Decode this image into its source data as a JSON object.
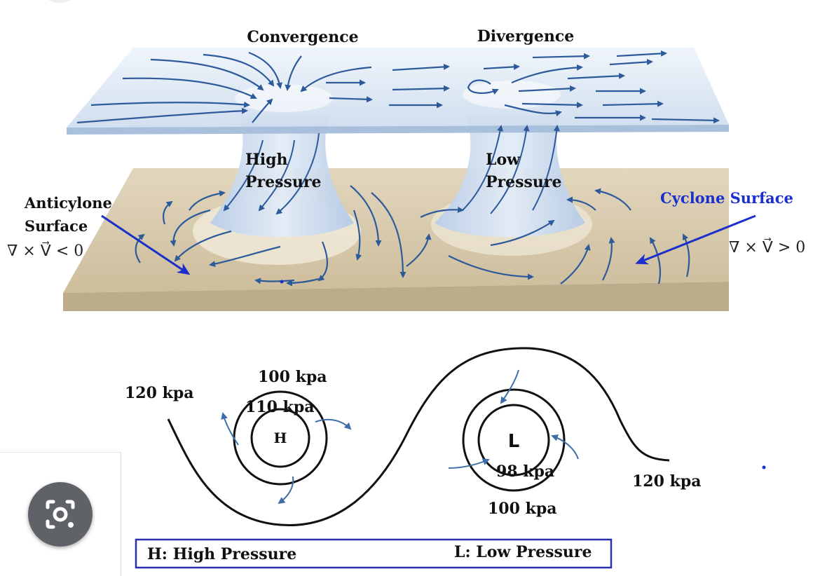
{
  "labels": {
    "convergence": "Convergence",
    "divergence": "Divergence",
    "high_pressure_line1": "High",
    "high_pressure_line2": "Pressure",
    "low_pressure_line1": "Low",
    "low_pressure_line2": "Pressure",
    "anticyclone_line1": "Anticylone",
    "anticyclone_line2": "Surface",
    "curl_negative": "∇ × V⃗ < 0",
    "cyclone_surface": "Cyclone Surface",
    "curl_positive": "∇ × V⃗ > 0"
  },
  "map": {
    "left_isobar": "120 kpa",
    "high_outer": "100 kpa",
    "high_inner": "110 kpa",
    "high_center": "H",
    "low_center": "L",
    "low_inner": "98 kpa",
    "low_outer": "100 kpa",
    "right_isobar": "120 kpa"
  },
  "legend": {
    "high": "H: High Pressure",
    "low": "L: Low Pressure"
  },
  "colors": {
    "arrow": "#2c5a9a",
    "plate_top": "#dbe7f3",
    "ground": "#d8cbb0",
    "ground_edge": "#bfb091",
    "column": "#c7d8ee",
    "pointer_blue": "#1a2fcc",
    "legend_border": "#2a2fb0"
  },
  "icons": {
    "lens": "camera-lens-icon"
  }
}
